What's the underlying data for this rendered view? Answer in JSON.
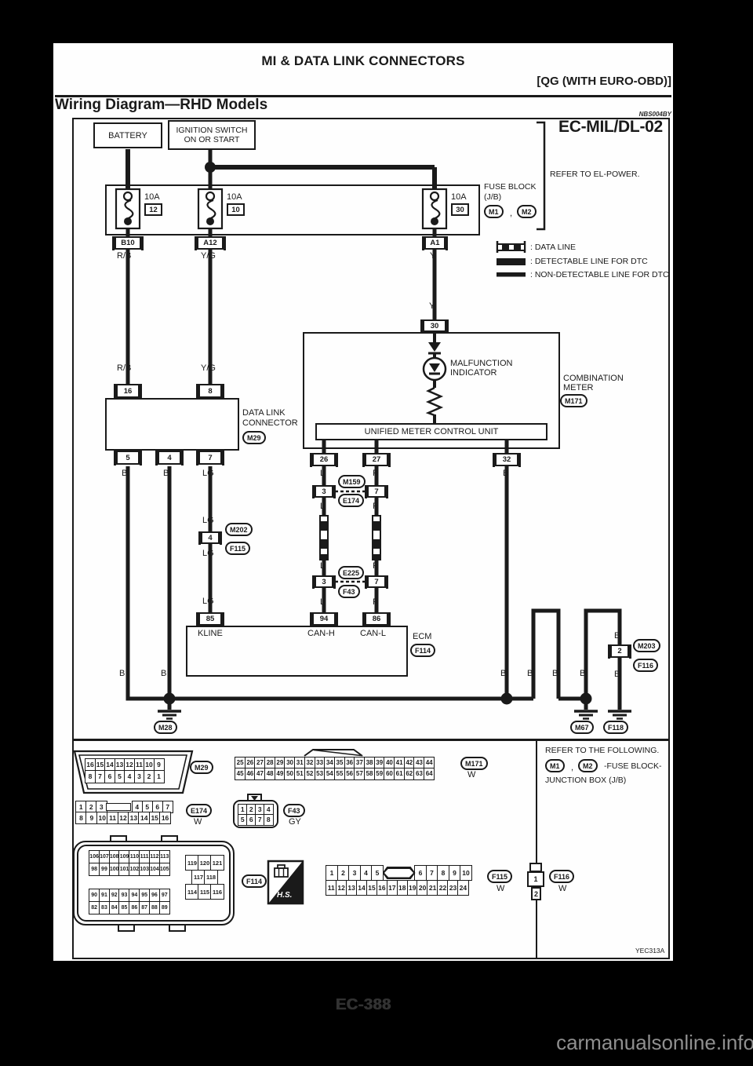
{
  "header": {
    "title": "MI & DATA LINK CONNECTORS",
    "edition": "[QG (WITH EURO-OBD)]",
    "section_title": "Wiring Diagram—RHD Models",
    "section_code": "NBS004BY"
  },
  "diagram": {
    "sheet_code": "EC-MIL/DL-02",
    "refer_el_power": "REFER TO EL-POWER.",
    "battery": "BATTERY",
    "ignition_line1": "IGNITION SWITCH",
    "ignition_line2": "ON OR START",
    "fuse_block_line1": "FUSE BLOCK",
    "fuse_block_line2": "(J/B)",
    "fuse_amp": "10A",
    "comma": ",",
    "fuse_nums": {
      "f1": "12",
      "f2": "10",
      "f3": "30"
    },
    "fuse_conns": {
      "c1": "B10",
      "c2": "A12",
      "c3": "A1"
    },
    "legend": {
      "data_line": ": DATA LINE",
      "detectable": ": DETECTABLE LINE FOR DTC",
      "non_detectable": ": NON-DETECTABLE LINE FOR DTC"
    },
    "wires": {
      "rb": "R/B",
      "yg": "Y/G",
      "y": "Y",
      "b": "B",
      "l": "L",
      "r": "R",
      "lg": "LG"
    },
    "pins": {
      "p16": "16",
      "p8": "8",
      "p30": "30",
      "p26": "26",
      "p27": "27",
      "p32": "32",
      "p5": "5",
      "p4": "4",
      "p7": "7",
      "p85": "85",
      "p94": "94",
      "p86": "86",
      "c3": "3",
      "c7": "7",
      "c4": "4",
      "c2": "2"
    },
    "ovals": {
      "m1": "M1",
      "m2": "M2",
      "m29": "M29",
      "m171": "M171",
      "m159": "M159",
      "e174": "E174",
      "e225": "E225",
      "f43": "F43",
      "m202": "M202",
      "f115": "F115",
      "m203": "M203",
      "f116": "F116",
      "f114": "F114",
      "m28": "M28",
      "m67": "M67",
      "f118": "F118"
    },
    "dlc_line1": "DATA LINK",
    "dlc_line2": "CONNECTOR",
    "mil_line1": "MALFUNCTION",
    "mil_line2": "INDICATOR",
    "meter_line1": "COMBINATION",
    "meter_line2": "METER",
    "umcu": "UNIFIED METER CONTROL UNIT",
    "ecm": {
      "kline": "KLINE",
      "canh": "CAN-H",
      "canl": "CAN-L",
      "name": "ECM"
    },
    "image_code": "YEC313A"
  },
  "connector_section": {
    "refer1": "REFER TO THE FOLLOWING.",
    "refer2": "-FUSE BLOCK-",
    "refer3": "JUNCTION BOX (J/B)",
    "comma": ",",
    "hs": "H.S.",
    "m29": {
      "rows": [
        [
          "16",
          "15",
          "14",
          "13",
          "12",
          "11",
          "10",
          "9"
        ],
        [
          "8",
          "7",
          "6",
          "5",
          "4",
          "3",
          "2",
          "1"
        ]
      ]
    },
    "m171": {
      "color": "W",
      "rows": [
        [
          "25",
          "26",
          "27",
          "28",
          "29",
          "30",
          "31",
          "32",
          "33",
          "34",
          "35",
          "36",
          "37",
          "38",
          "39",
          "40",
          "41",
          "42",
          "43",
          "44"
        ],
        [
          "45",
          "46",
          "47",
          "48",
          "49",
          "50",
          "51",
          "52",
          "53",
          "54",
          "55",
          "56",
          "57",
          "58",
          "59",
          "60",
          "61",
          "62",
          "63",
          "64"
        ]
      ]
    },
    "e174": {
      "color": "W",
      "rows": [
        [
          "1",
          "2",
          "3",
          "_BAR_",
          "4",
          "5",
          "6",
          "7"
        ],
        [
          "8",
          "9",
          "10",
          "11",
          "12",
          "13",
          "14",
          "15",
          "16"
        ]
      ]
    },
    "f43": {
      "color": "GY",
      "rows": [
        [
          "1",
          "2",
          "3",
          "4"
        ],
        [
          "5",
          "6",
          "7",
          "8"
        ]
      ]
    },
    "f114": {
      "gridA": [
        [
          "106",
          "107",
          "108",
          "109",
          "110",
          "111",
          "112",
          "113"
        ],
        [
          "98",
          "99",
          "100",
          "101",
          "102",
          "103",
          "104",
          "105"
        ]
      ],
      "gridB": [
        [
          "90",
          "91",
          "92",
          "93",
          "94",
          "95",
          "96",
          "97"
        ],
        [
          "82",
          "83",
          "84",
          "85",
          "86",
          "87",
          "88",
          "89"
        ]
      ],
      "gridC": [
        [
          "119",
          "120",
          "121"
        ],
        [
          "117",
          "118"
        ],
        [
          "114",
          "115",
          "116"
        ]
      ]
    },
    "f115": {
      "color": "W",
      "rows": [
        [
          "1",
          "2",
          "3",
          "4",
          "5",
          "_DIA_",
          "6",
          "7",
          "8",
          "9",
          "10"
        ],
        [
          "11",
          "12",
          "13",
          "14",
          "15",
          "16",
          "17",
          "18",
          "19",
          "20",
          "21",
          "22",
          "23",
          "24"
        ]
      ]
    },
    "f116": {
      "color": "W",
      "pin1": "1",
      "pin2": "2"
    }
  },
  "footer": {
    "page_number": "EC-388",
    "watermark": "carmanualsonline.info"
  }
}
